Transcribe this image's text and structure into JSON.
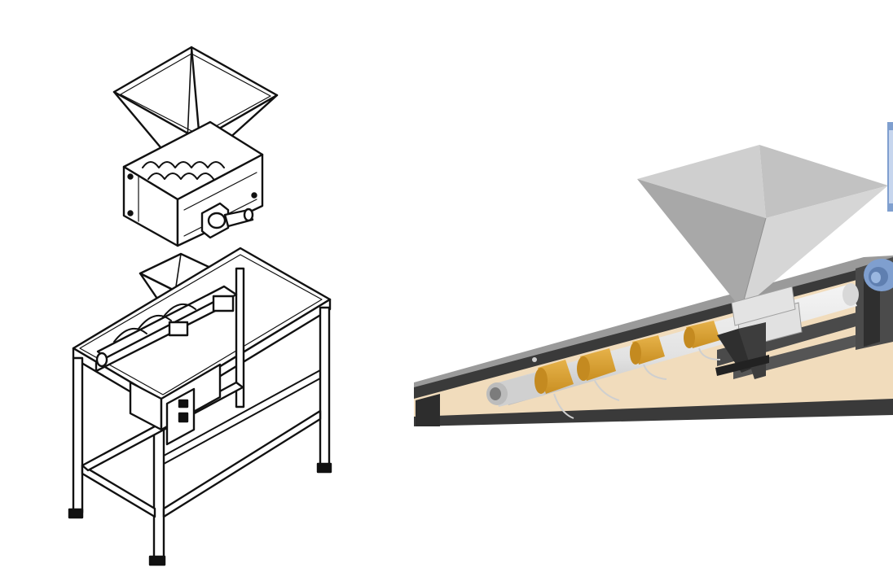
{
  "figure": {
    "panels": [
      {
        "view": "line-drawing",
        "parts": [
          "hopper",
          "shredder-box",
          "feed-hopper",
          "extruder-barrel",
          "table-frame",
          "control-box"
        ]
      },
      {
        "view": "shaded-render",
        "parts": [
          "hopper",
          "extruder-barrel",
          "heater-bands",
          "nozzle",
          "motor-mount",
          "table-top",
          "frame-rail"
        ]
      }
    ],
    "colors": {
      "lineart": "#111111",
      "hopper_gray": "#b8b8b8",
      "heater_band": "#d9a033",
      "table_top": "#f1dcbc",
      "frame_dark": "#3a3a3a",
      "barrel_light": "#e6e6e6",
      "motor_blue": "#7f9fcf"
    }
  }
}
